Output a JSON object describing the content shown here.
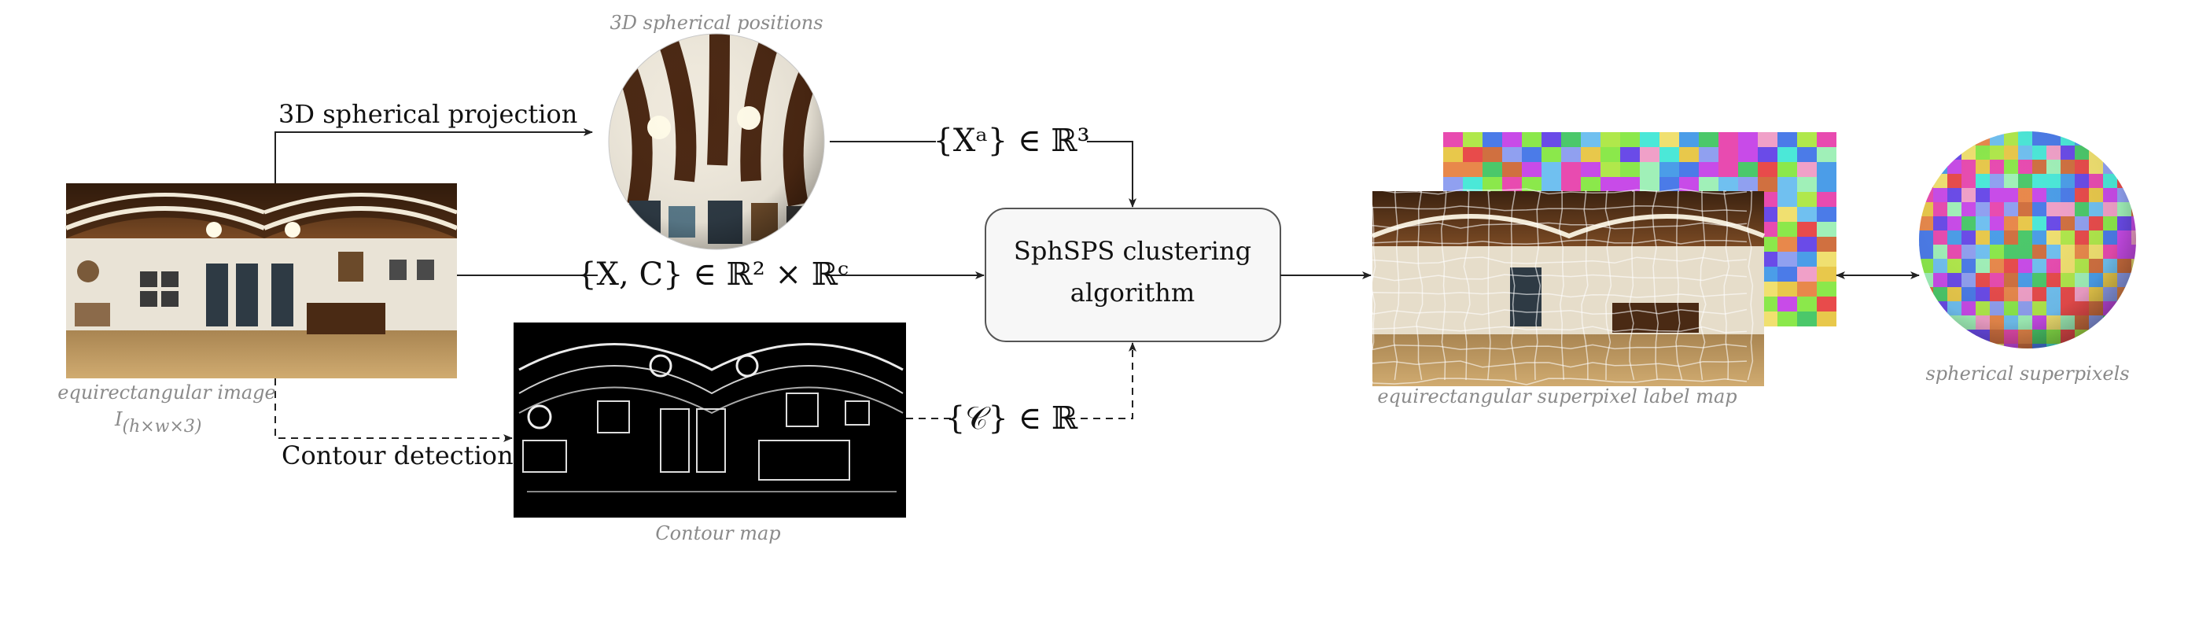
{
  "labels": {
    "spherical_positions": "3D spherical positions",
    "projection": "3D spherical projection",
    "equirect_image": "equirectangular image",
    "input_symbol": "I",
    "input_subscript": "(h×w×3)",
    "contour_detection": "Contour detection",
    "contour_map": "Contour map",
    "algorithm_line1": "SphSPS clustering",
    "algorithm_line2": "algorithm",
    "label_map": "equirectangular superpixel label map",
    "spherical_superpixels": "spherical superpixels"
  },
  "math": {
    "xa_set": "{Xᵃ} ∈ ℝ³",
    "xc_set": "{X, C} ∈ ℝ² × ℝᶜ",
    "contour_set": "{𝒞} ∈ ℝ"
  },
  "colors": {
    "edge": "#222222",
    "caption": "#8a8a8a",
    "box_fill": "#f7f7f7",
    "box_stroke": "#555555",
    "ceiling": "#5a3418",
    "wall": "#e9e3d6",
    "floor": "#b8925a",
    "contour_bg": "#000000"
  }
}
